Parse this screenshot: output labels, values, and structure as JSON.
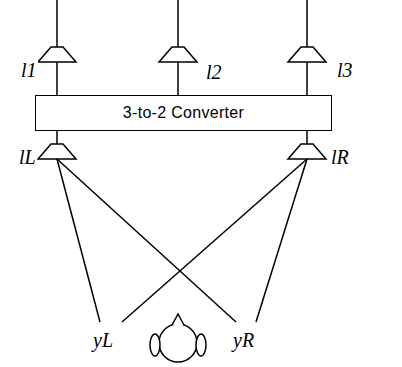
{
  "diagram": {
    "nodes": [
      {
        "text": [
          "3-to-2 Converter"
        ]
      }
    ],
    "labels": [
      "l1",
      "l2",
      "l3",
      "lL",
      "lR",
      "yL",
      "yR"
    ]
  }
}
